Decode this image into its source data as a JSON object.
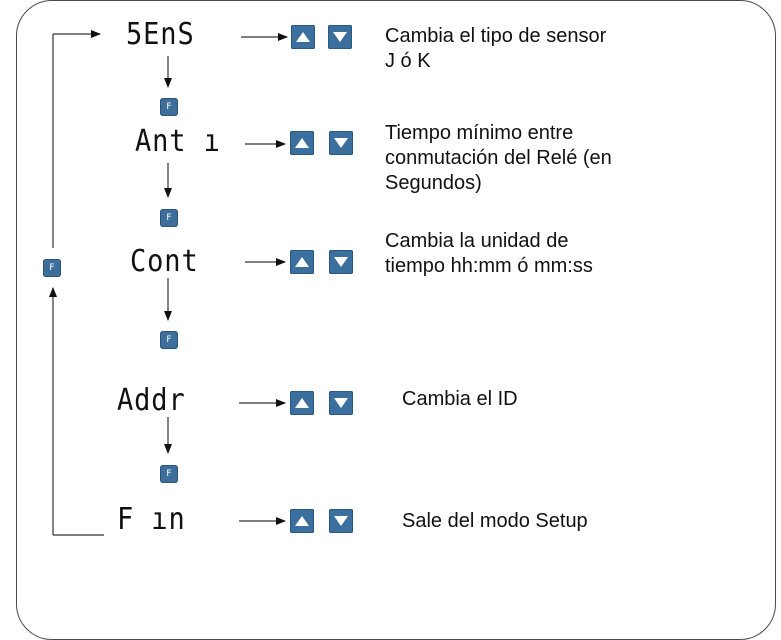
{
  "steps": [
    {
      "code": "5EnS",
      "description": [
        "Cambia el tipo de sensor",
        "J ó K"
      ]
    },
    {
      "code": "Ant ı",
      "description": [
        "Tiempo mínimo entre",
        "conmutación del Relé (en",
        "Segundos)"
      ]
    },
    {
      "code": "Cont",
      "description": [
        "Cambia la unidad de",
        "tiempo hh:mm ó mm:ss"
      ]
    },
    {
      "code": "Addr",
      "description": [
        "Cambia el ID"
      ]
    },
    {
      "code": "F ın",
      "description": [
        "Sale del modo Setup"
      ]
    }
  ],
  "function_key": {
    "label": "F",
    "icon": "f-key-icon",
    "color": "#3d6f9a"
  },
  "nav_buttons": {
    "up_icon": "up-arrow-button-icon",
    "down_icon": "down-arrow-button-icon",
    "color": "#3a6f9e"
  }
}
